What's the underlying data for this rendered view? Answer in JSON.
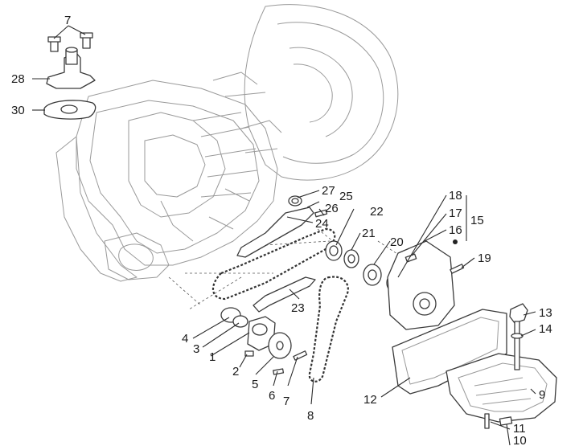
{
  "labels": {
    "l1": "1",
    "l2": "2",
    "l3": "3",
    "l4": "4",
    "l5": "5",
    "l6": "6",
    "l7a": "7",
    "l7b": "7",
    "l8": "8",
    "l9": "9",
    "l10": "10",
    "l11": "11",
    "l12": "12",
    "l13": "13",
    "l14": "14",
    "l15": "15",
    "l16": "16",
    "l17": "17",
    "l18": "18",
    "l19": "19",
    "l20": "20",
    "l21": "21",
    "l22": "22",
    "l23": "23",
    "l24": "24",
    "l25": "25",
    "l26": "26",
    "l27": "27",
    "l28": "28",
    "l30": "30"
  }
}
